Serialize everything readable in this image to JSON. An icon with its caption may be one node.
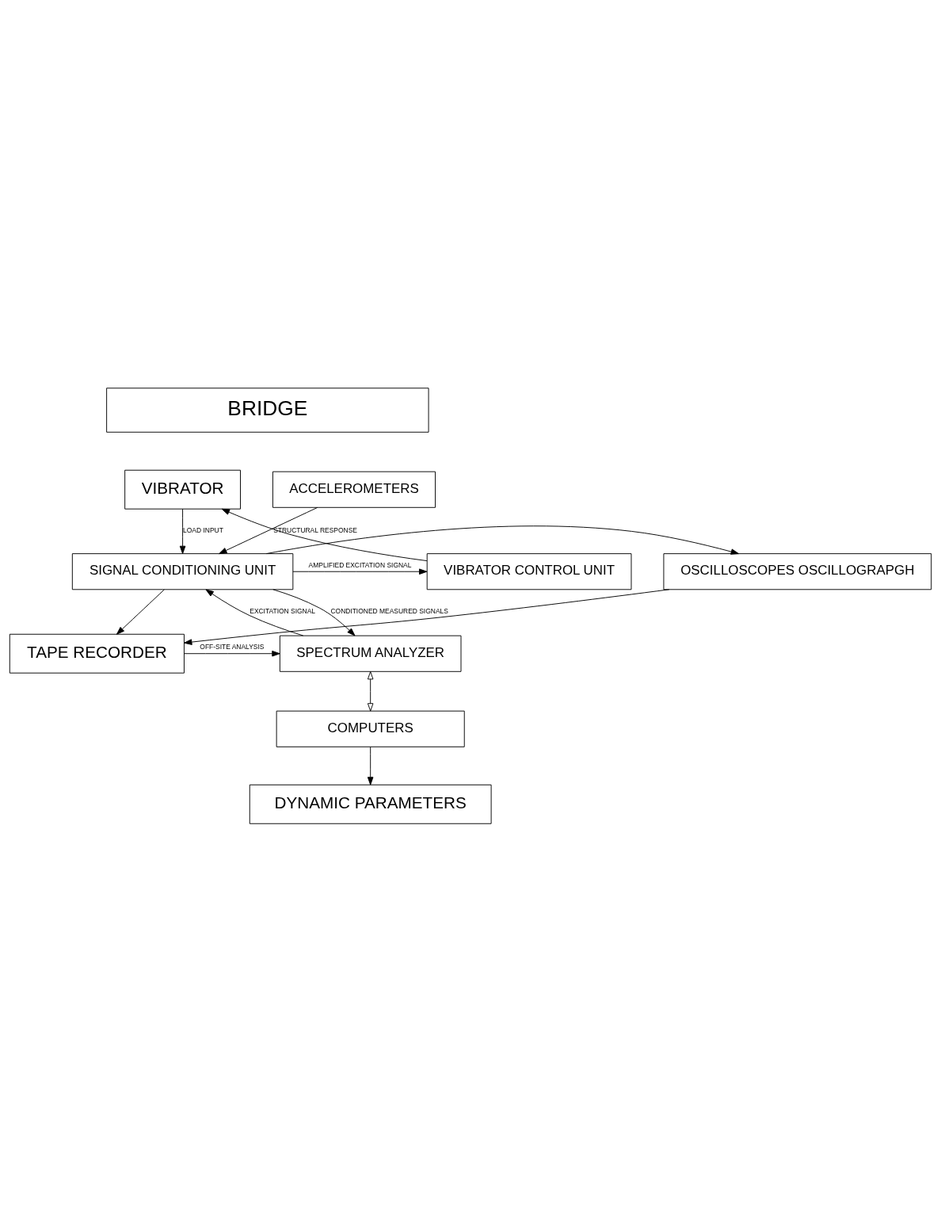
{
  "diagram": {
    "nodes": [
      {
        "text": [
          "BRIDGE"
        ]
      },
      {
        "text": [
          "VIBRATOR"
        ]
      },
      {
        "text": [
          "ACCELEROMETERS"
        ]
      },
      {
        "text": [
          "SIGNAL CONDITIONING UNIT"
        ]
      },
      {
        "text": [
          "OSCILLOSCOPES OSCILLOGRAPGH"
        ]
      },
      {
        "text": [
          "VIBRATOR CONTROL UNIT"
        ]
      },
      {
        "text": [
          "SPECTRUM ANALYZER"
        ]
      },
      {
        "text": [
          "TAPE RECORDER"
        ]
      },
      {
        "text": [
          "COMPUTERS"
        ]
      },
      {
        "text": [
          "DYNAMIC PARAMETERS"
        ]
      }
    ],
    "edges": [
      {
        "from": 1,
        "to": 3,
        "arrow": "to",
        "label": "LOAD INPUT"
      },
      {
        "from": 2,
        "to": 3,
        "arrow": "to",
        "label": "STRUCTURAL RESPONSE"
      },
      {
        "from": 3,
        "to": 5,
        "arrow": "to",
        "label": "AMPLIFIED EXCITATION SIGNAL"
      },
      {
        "from": 5,
        "to": 1,
        "arrow": "to"
      },
      {
        "from": 3,
        "to": 4,
        "arrow": "to"
      },
      {
        "from": 3,
        "to": 7,
        "arrow": "to"
      },
      {
        "from": 6,
        "to": 3,
        "arrow": "to",
        "label": "EXCITATION SIGNAL"
      },
      {
        "from": 3,
        "to": 6,
        "arrow": "to",
        "label": "CONDITIONED MEASURED SIGNALS"
      },
      {
        "from": 4,
        "to": 7,
        "arrow": "to"
      },
      {
        "from": 7,
        "to": 6,
        "arrow": "to",
        "label": "OFF-SITE ANALYSIS"
      },
      {
        "from": 6,
        "to": 8,
        "arrow": "both"
      },
      {
        "from": 8,
        "to": 9,
        "arrow": "to"
      }
    ]
  }
}
